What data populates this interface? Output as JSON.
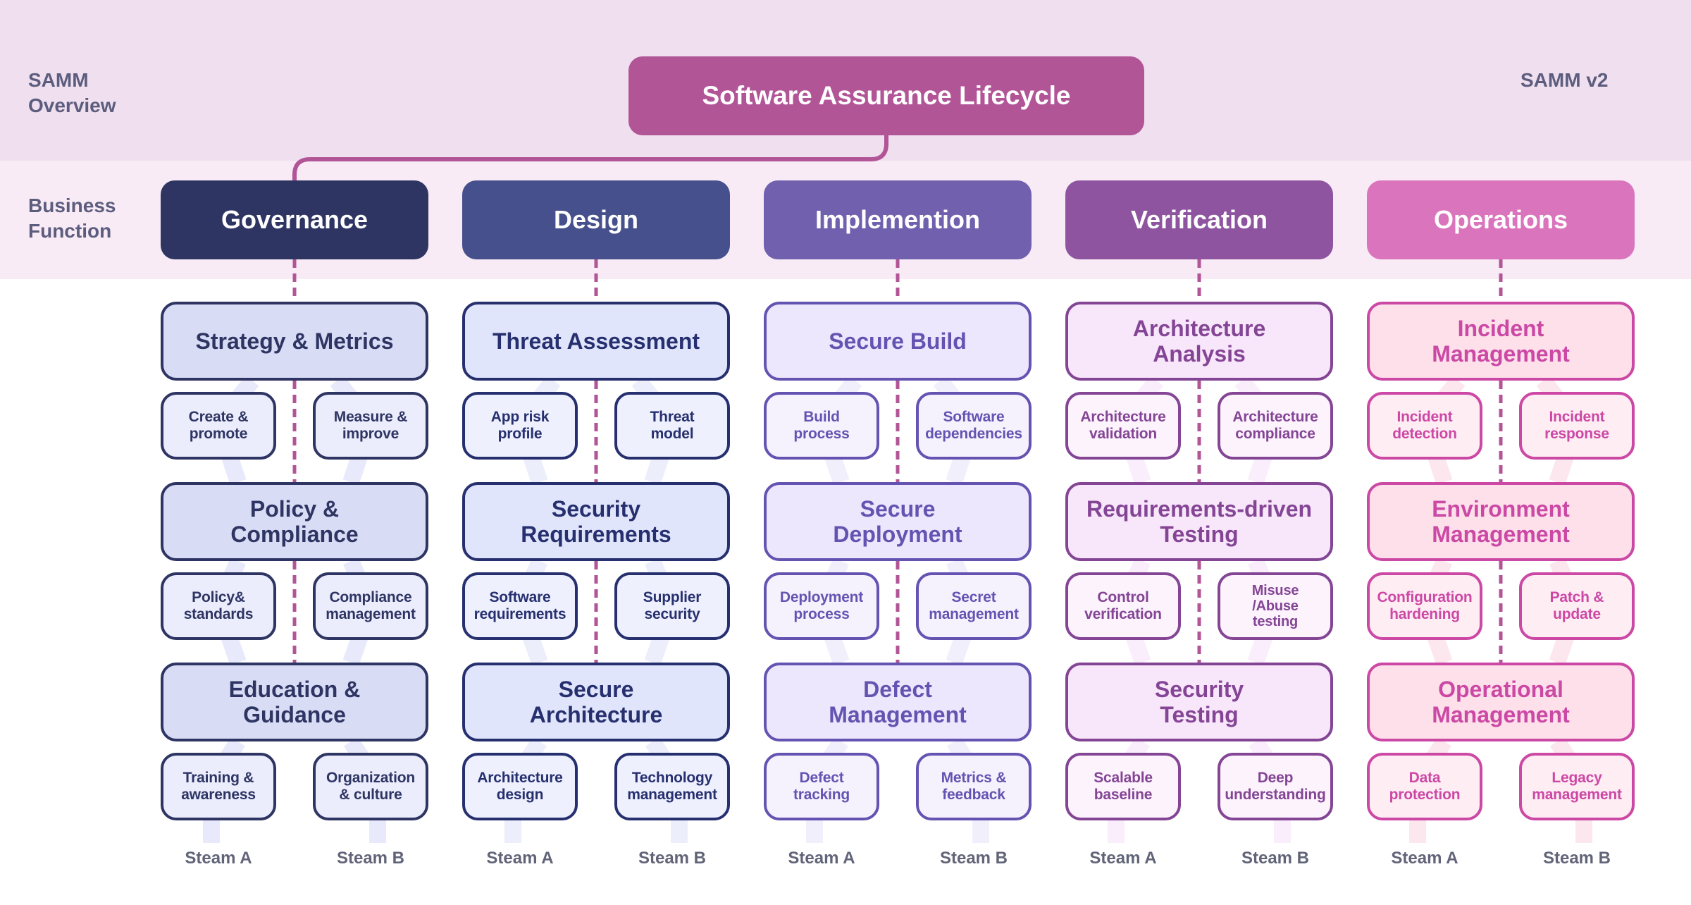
{
  "header": {
    "left_label": "SAMM\nOverview",
    "right_label": "SAMM v2",
    "title": "Software Assurance Lifecycle",
    "row_label": "Business\nFunction"
  },
  "colors": {
    "title": "#b25597",
    "connector": "#b25597",
    "text_muted": "#5c5d7e"
  },
  "functions": [
    {
      "name": "Governance",
      "color": "#2e3563",
      "border": "#2e3563",
      "practice_bg": "#d9dcf5",
      "activity_bg": "#ebecfc",
      "text": "#2e3563",
      "stream_bar": "#e8e9fb",
      "practices": [
        {
          "name": "Strategy & Metrics",
          "stream_a": "Create &\npromote",
          "stream_b": "Measure &\nimprove"
        },
        {
          "name": "Policy &\nCompliance",
          "stream_a": "Policy&\nstandards",
          "stream_b": "Compliance\nmanagement"
        },
        {
          "name": "Education &\nGuidance",
          "stream_a": "Training &\nawareness",
          "stream_b": "Organization\n& culture"
        }
      ]
    },
    {
      "name": "Design",
      "color": "#46508c",
      "border": "#27306f",
      "practice_bg": "#e0e5fb",
      "activity_bg": "#eef0fd",
      "text": "#27306f",
      "stream_bar": "#eceefc",
      "practices": [
        {
          "name": "Threat Assessment",
          "stream_a": "App risk\nprofile",
          "stream_b": "Threat\nmodel"
        },
        {
          "name": "Security\nRequirements",
          "stream_a": "Software\nrequirements",
          "stream_b": "Supplier\nsecurity"
        },
        {
          "name": "Secure\nArchitecture",
          "stream_a": "Architecture\ndesign",
          "stream_b": "Technology\nmanagement"
        }
      ]
    },
    {
      "name": "Implemention",
      "color": "#7060ae",
      "border": "#6553b2",
      "practice_bg": "#ece7fc",
      "activity_bg": "#f5f2fd",
      "text": "#6553b2",
      "stream_bar": "#f2effc",
      "practices": [
        {
          "name": "Secure Build",
          "stream_a": "Build\nprocess",
          "stream_b": "Software\ndependencies"
        },
        {
          "name": "Secure\nDeployment",
          "stream_a": "Deployment\nprocess",
          "stream_b": "Secret\nmanagement"
        },
        {
          "name": "Defect\nManagement",
          "stream_a": "Defect\ntracking",
          "stream_b": "Metrics &\nfeedback"
        }
      ]
    },
    {
      "name": "Verification",
      "color": "#8e54a0",
      "border": "#844595",
      "practice_bg": "#f8e6fb",
      "activity_bg": "#fcf3fd",
      "text": "#844595",
      "stream_bar": "#fbeefc",
      "practices": [
        {
          "name": "Architecture\nAnalysis",
          "stream_a": "Architecture\nvalidation",
          "stream_b": "Architecture\ncompliance"
        },
        {
          "name": "Requirements-driven\nTesting",
          "stream_a": "Control\nverification",
          "stream_b": "Misuse\n/Abuse\ntesting"
        },
        {
          "name": "Security\nTesting",
          "stream_a": "Scalable\nbaseline",
          "stream_b": "Deep\nunderstanding"
        }
      ]
    },
    {
      "name": "Operations",
      "color": "#da74bc",
      "border": "#cc48a5",
      "practice_bg": "#fde0ea",
      "activity_bg": "#feedf3",
      "text": "#cc48a5",
      "stream_bar": "#fde7ef",
      "practices": [
        {
          "name": "Incident\nManagement",
          "stream_a": "Incident\ndetection",
          "stream_b": "Incident\nresponse"
        },
        {
          "name": "Environment\nManagement",
          "stream_a": "Configuration\nhardening",
          "stream_b": "Patch &\nupdate"
        },
        {
          "name": "Operational\nManagement",
          "stream_a": "Data\nprotection",
          "stream_b": "Legacy\nmanagement"
        }
      ]
    }
  ],
  "streams": {
    "a": "Steam A",
    "b": "Steam B"
  }
}
